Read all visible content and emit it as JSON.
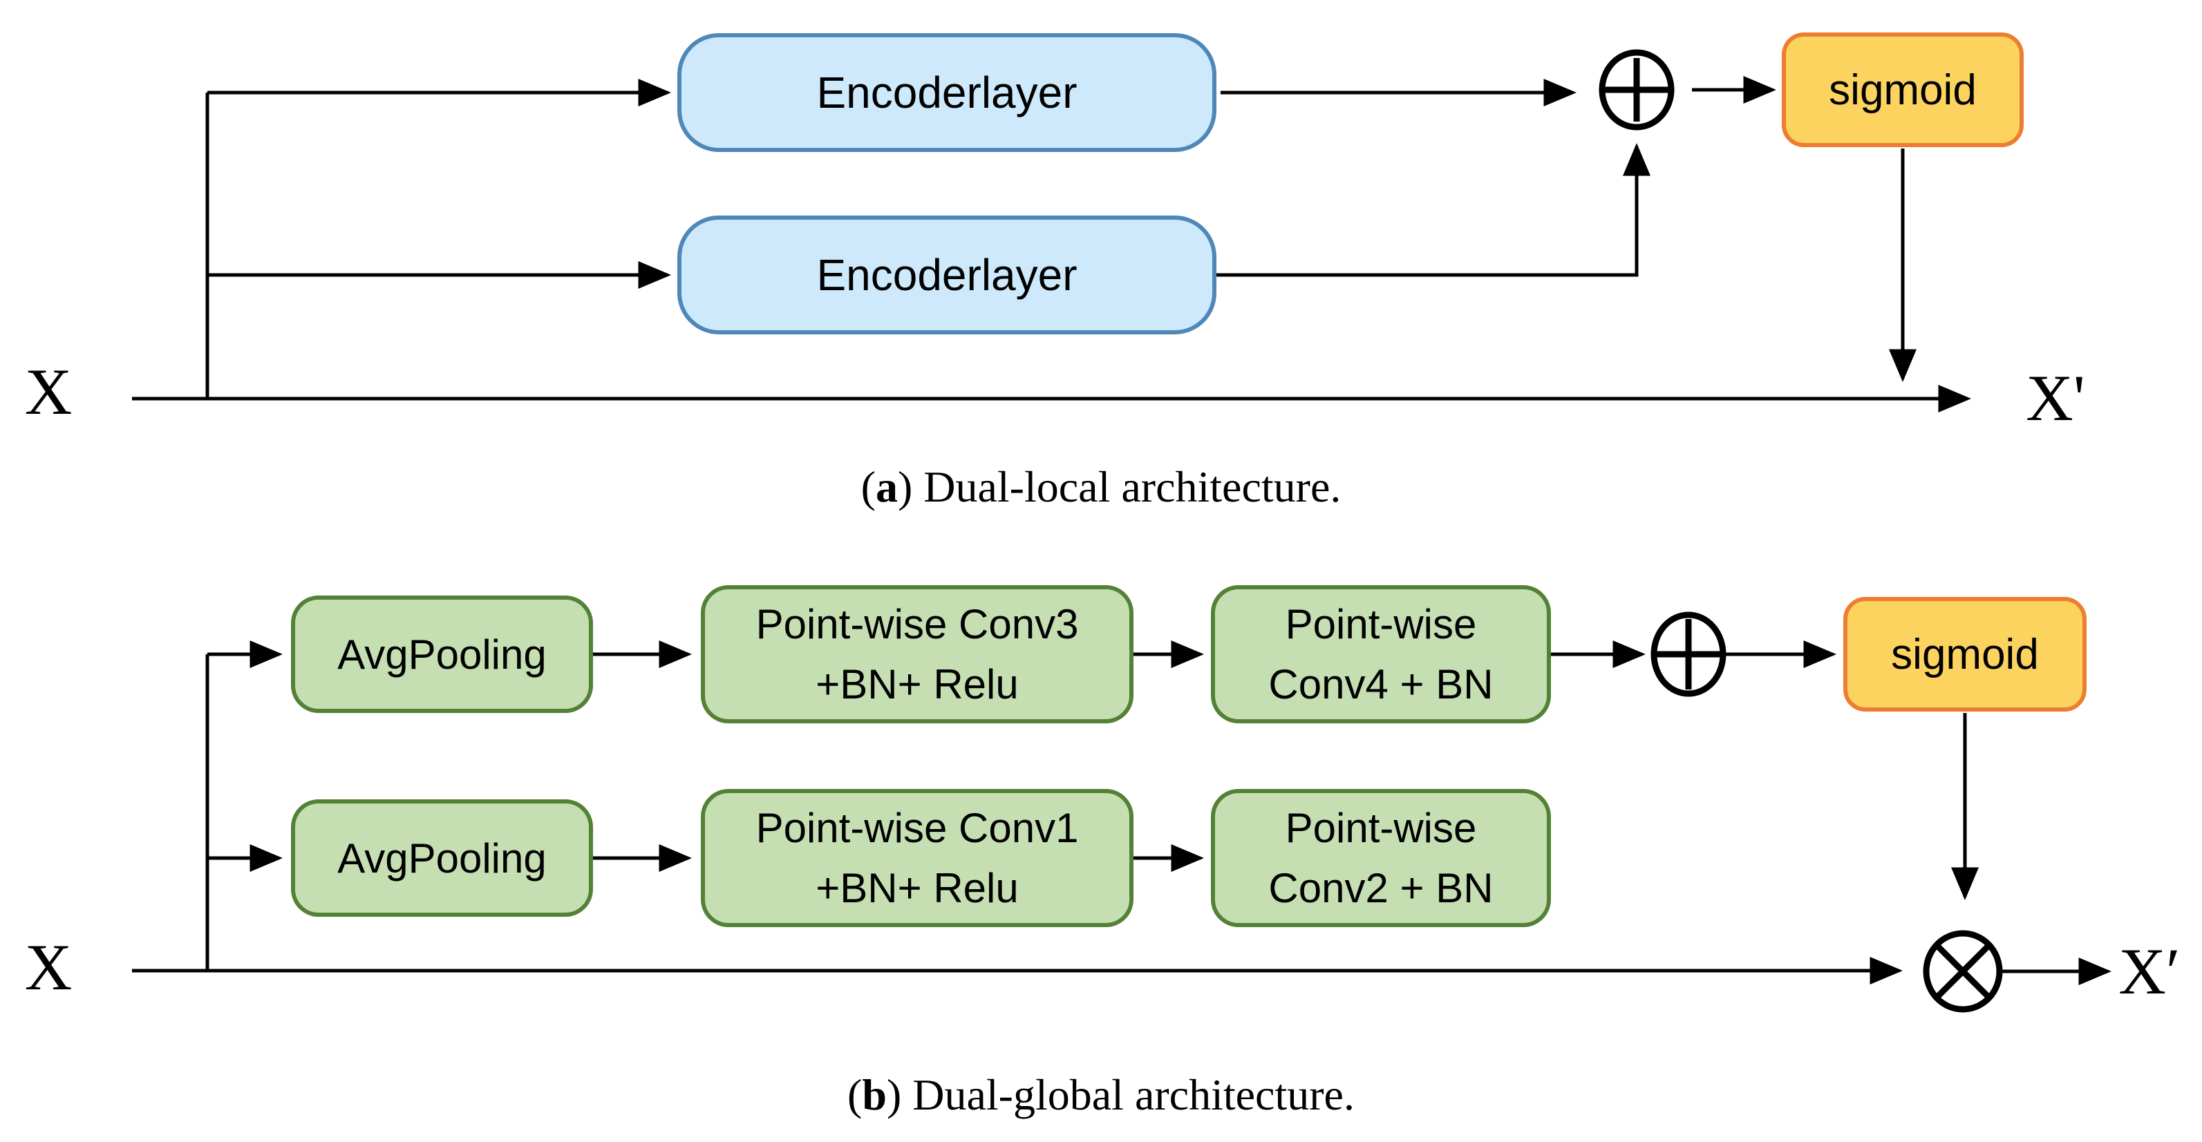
{
  "panel_a": {
    "caption": {
      "open": "(",
      "letter": "a",
      "rest": ") Dual-local architecture."
    },
    "input_label": "X",
    "output_label": "X'",
    "encoder_top": "Encoderlayer",
    "encoder_bottom": "Encoderlayer",
    "sigmoid": "sigmoid",
    "sum_operator": "circled-plus"
  },
  "panel_b": {
    "caption": {
      "open": "(",
      "letter": "b",
      "rest": ") Dual-global architecture."
    },
    "input_label": "X",
    "output_label": "X′",
    "avgpool_top": "AvgPooling",
    "avgpool_bottom": "AvgPooling",
    "conv3": {
      "line1": "Point-wise Conv3",
      "line2": "+BN+ Relu"
    },
    "conv4": {
      "line1": "Point-wise",
      "line2": "Conv4 + BN"
    },
    "conv1": {
      "line1": "Point-wise Conv1",
      "line2": "+BN+ Relu"
    },
    "conv2": {
      "line1": "Point-wise",
      "line2": "Conv2 + BN"
    },
    "sigmoid": "sigmoid",
    "sum_operator": "circled-plus",
    "multiply_operator": "circled-times"
  },
  "colors": {
    "encoder_fill": "#CDE9FB",
    "encoder_stroke": "#4F87B8",
    "green_fill": "#C5DFB3",
    "green_stroke": "#538135",
    "sigmoid_fill": "#FBD35E",
    "sigmoid_stroke": "#ED7D31",
    "line_color": "#000000"
  }
}
